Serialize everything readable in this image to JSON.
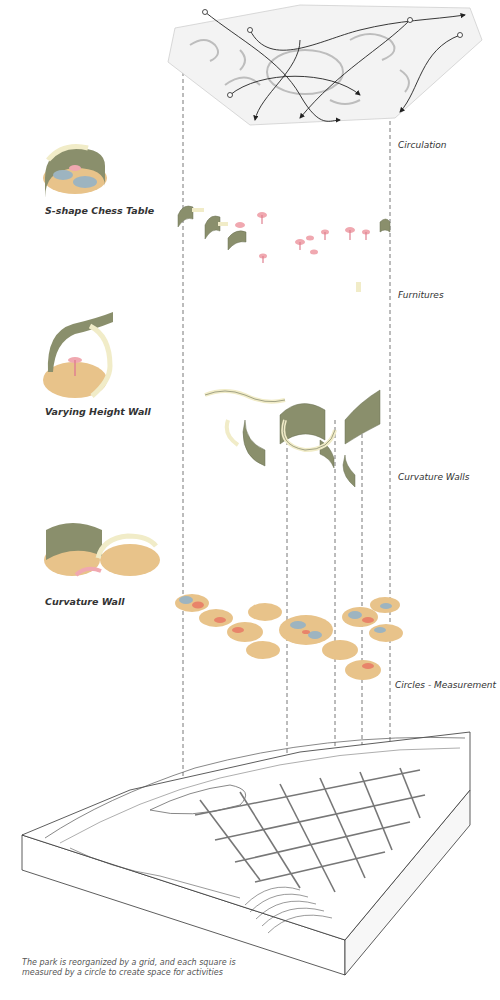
{
  "diagram": {
    "caption": "The park is reorganized by a grid, and each square is measured by a circle to create space for activities",
    "labels": [
      "Circulation",
      "S-shape Chess Table",
      "Furnitures",
      "Varying Height Wall",
      "Curvature Walls",
      "Curvature Wall",
      "Circles - Measurement"
    ]
  }
}
